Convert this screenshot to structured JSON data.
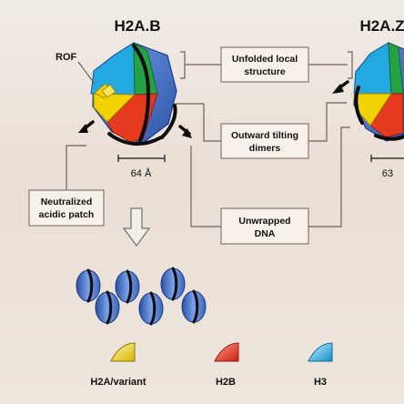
{
  "titles": {
    "left": "H2A.B",
    "right": "H2A.Z"
  },
  "labels": {
    "rof": "ROF",
    "unfolded_local_structure": [
      "Unfolded local",
      "structure"
    ],
    "outward_tilting_dimers": [
      "Outward tilting",
      "dimers"
    ],
    "neutralized_acidic_patch": [
      "Neutralized",
      "acidic patch"
    ],
    "unwrapped_dna": [
      "Unwrapped",
      "DNA"
    ]
  },
  "measurements": {
    "left": "64 Å",
    "right": "63"
  },
  "legend": [
    {
      "label": "H2A/variant",
      "color": "#f2d200"
    },
    {
      "label": "H2B",
      "color": "#e53a1f"
    },
    {
      "label": "H3",
      "color": "#23a9e1"
    }
  ],
  "colors": {
    "h2a": "#f2d200",
    "h2b": "#e53a1f",
    "h3": "#23a9e1",
    "h4": "#24a244",
    "core": "#4d76c7",
    "box": "#f8f1ea",
    "background": "#ece2d8"
  }
}
